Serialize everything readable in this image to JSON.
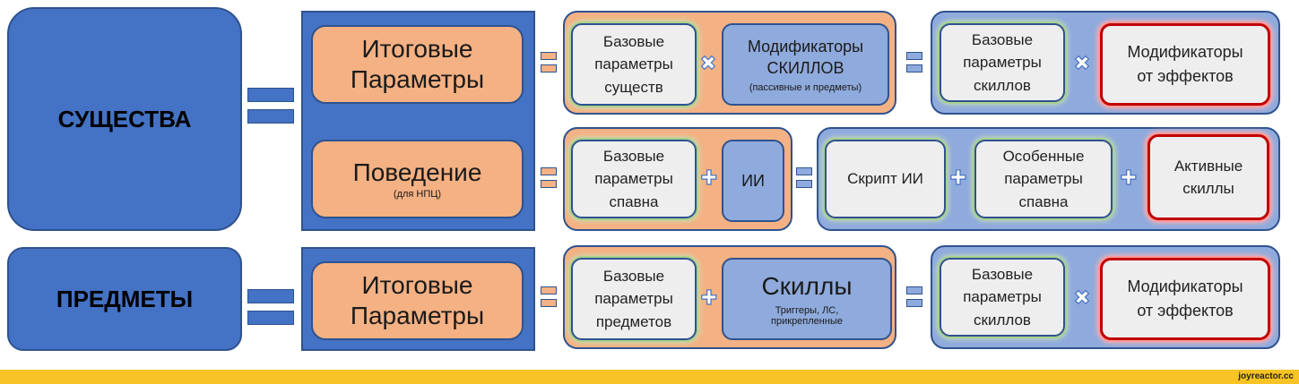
{
  "rows": {
    "creatures": {
      "label": "СУЩЕСТВА",
      "final_params": {
        "line1": "Итоговые",
        "line2": "Параметры"
      },
      "behavior": {
        "title": "Поведение",
        "subtitle": "(для НПЦ)"
      },
      "group1": {
        "base": [
          "Базовые",
          "параметры",
          "существ"
        ],
        "mods": {
          "line1": "Модификаторы",
          "line2": "СКИЛЛОВ",
          "sub": "(пассивные и предметы)"
        }
      },
      "group2": {
        "base": [
          "Базовые",
          "параметры",
          "скиллов"
        ],
        "mods": [
          "Модификаторы",
          "от эффектов"
        ]
      },
      "group3": {
        "base": [
          "Базовые",
          "параметры",
          "спавна"
        ],
        "ai": "ИИ"
      },
      "group4": {
        "script": "Скрипт ИИ",
        "special": [
          "Особенные",
          "параметры",
          "спавна"
        ],
        "active": [
          "Активные",
          "скиллы"
        ]
      }
    },
    "items": {
      "label": "ПРЕДМЕТЫ",
      "final_params": {
        "line1": "Итоговые",
        "line2": "Параметры"
      },
      "group1": {
        "base": [
          "Базовые",
          "параметры",
          "предметов"
        ],
        "skills": {
          "title": "Скиллы",
          "sub1": "Триггеры, ЛС,",
          "sub2": "прикрепленные"
        }
      },
      "group2": {
        "base": [
          "Базовые",
          "параметры",
          "скиллов"
        ],
        "mods": [
          "Модификаторы",
          "от эффектов"
        ]
      }
    }
  },
  "operators": {
    "multiply": "✖",
    "plus": "✚"
  },
  "footer": {
    "watermark": "joyreactor.cc"
  },
  "colors": {
    "blue": "#4472c4",
    "peach": "#f4b183",
    "light_blue": "#8faadc",
    "grey": "#eeeeee",
    "footer": "#f7c325"
  }
}
